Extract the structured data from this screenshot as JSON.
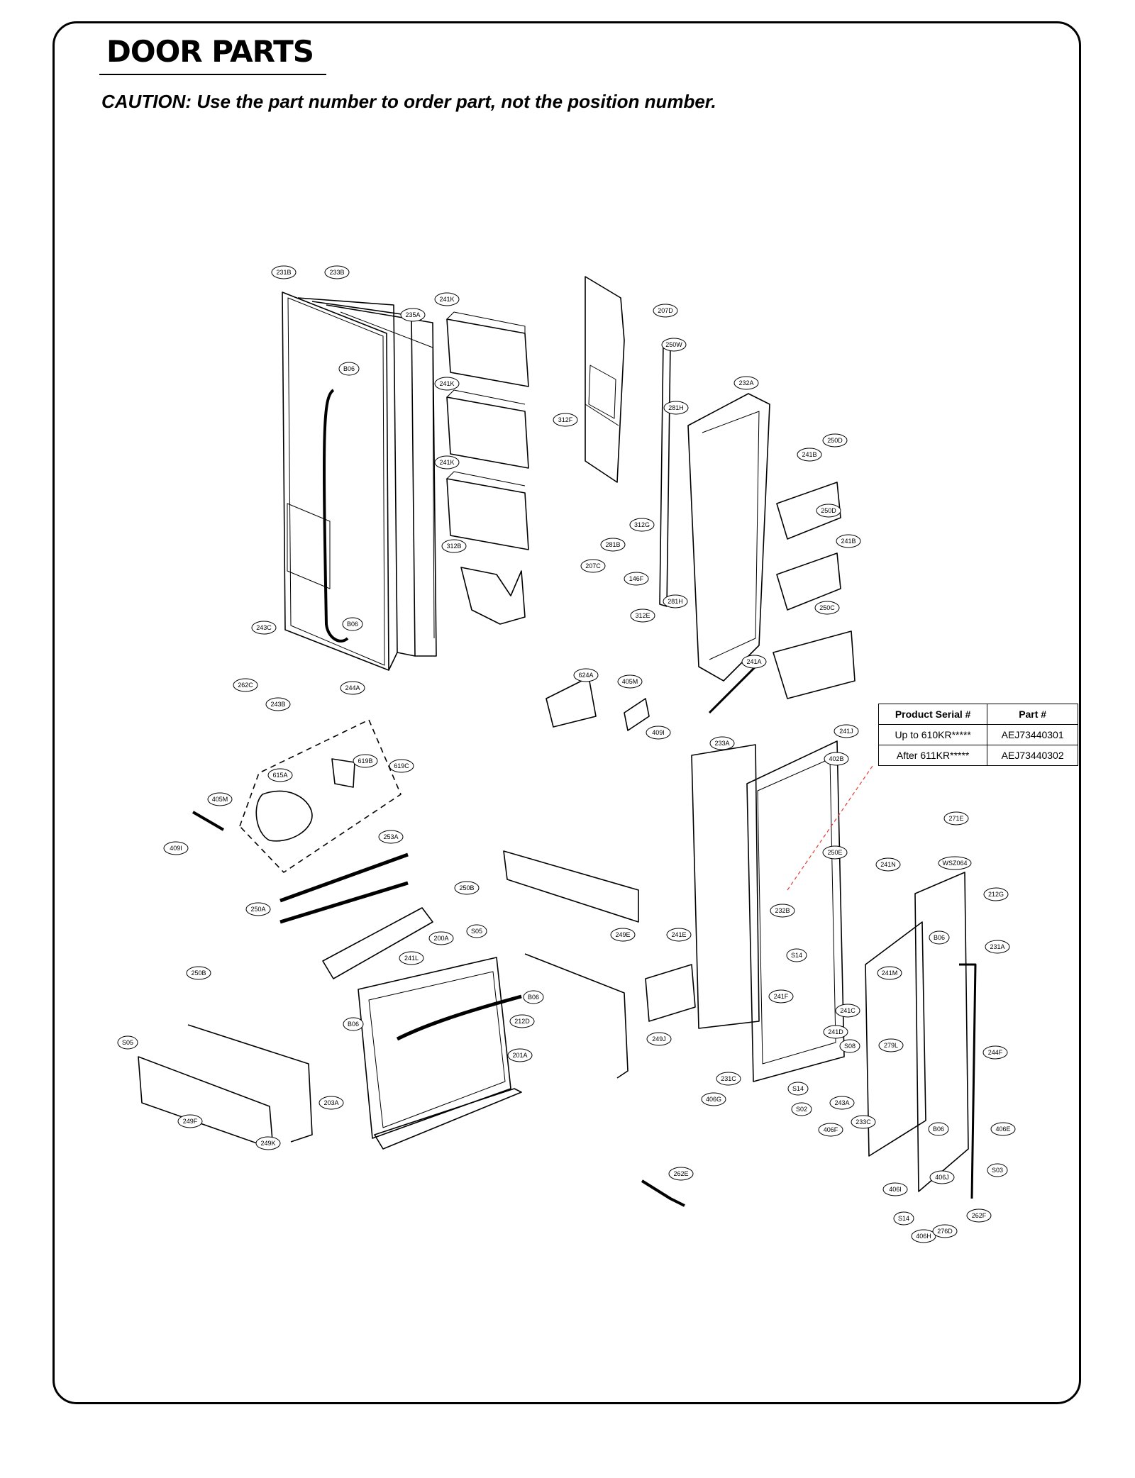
{
  "header": {
    "title": "DOOR PARTS",
    "caution": "CAUTION: Use the part number to order part, not the position number."
  },
  "serial_table": {
    "headers": [
      "Product Serial #",
      "Part #"
    ],
    "rows": [
      [
        "Up to 610KR*****",
        "AEJ73440301"
      ],
      [
        "After 611KR*****",
        "AEJ73440302"
      ]
    ]
  },
  "callouts": [
    "231B",
    "233B",
    "235A",
    "B06",
    "241K",
    "241K",
    "241K",
    "312B",
    "B06",
    "243C",
    "262C",
    "243B",
    "244A",
    "207D",
    "250W",
    "281H",
    "312F",
    "312G",
    "281B",
    "207C",
    "146F",
    "281H",
    "312E",
    "232A",
    "250D",
    "241B",
    "250D",
    "241B",
    "250C",
    "241A",
    "624A",
    "405M",
    "409I",
    "615A",
    "619B",
    "619C",
    "405M",
    "409I",
    "253A",
    "250A",
    "250B",
    "S05",
    "241L",
    "249E",
    "200A",
    "B06",
    "212D",
    "B06",
    "249J",
    "201A",
    "250B",
    "S05",
    "203A",
    "249F",
    "249K",
    "233A",
    "241J",
    "402B",
    "232B",
    "S14",
    "241F",
    "250E",
    "241N",
    "241M",
    "241C",
    "241D",
    "S08",
    "279L",
    "241E",
    "231C",
    "406G",
    "S14",
    "S02",
    "243A",
    "406F",
    "233C",
    "271E",
    "WSZ064",
    "212G",
    "B06",
    "231A",
    "244F",
    "B06",
    "406E",
    "S03",
    "406J",
    "406I",
    "S14",
    "406H",
    "276D",
    "262F",
    "262E"
  ]
}
